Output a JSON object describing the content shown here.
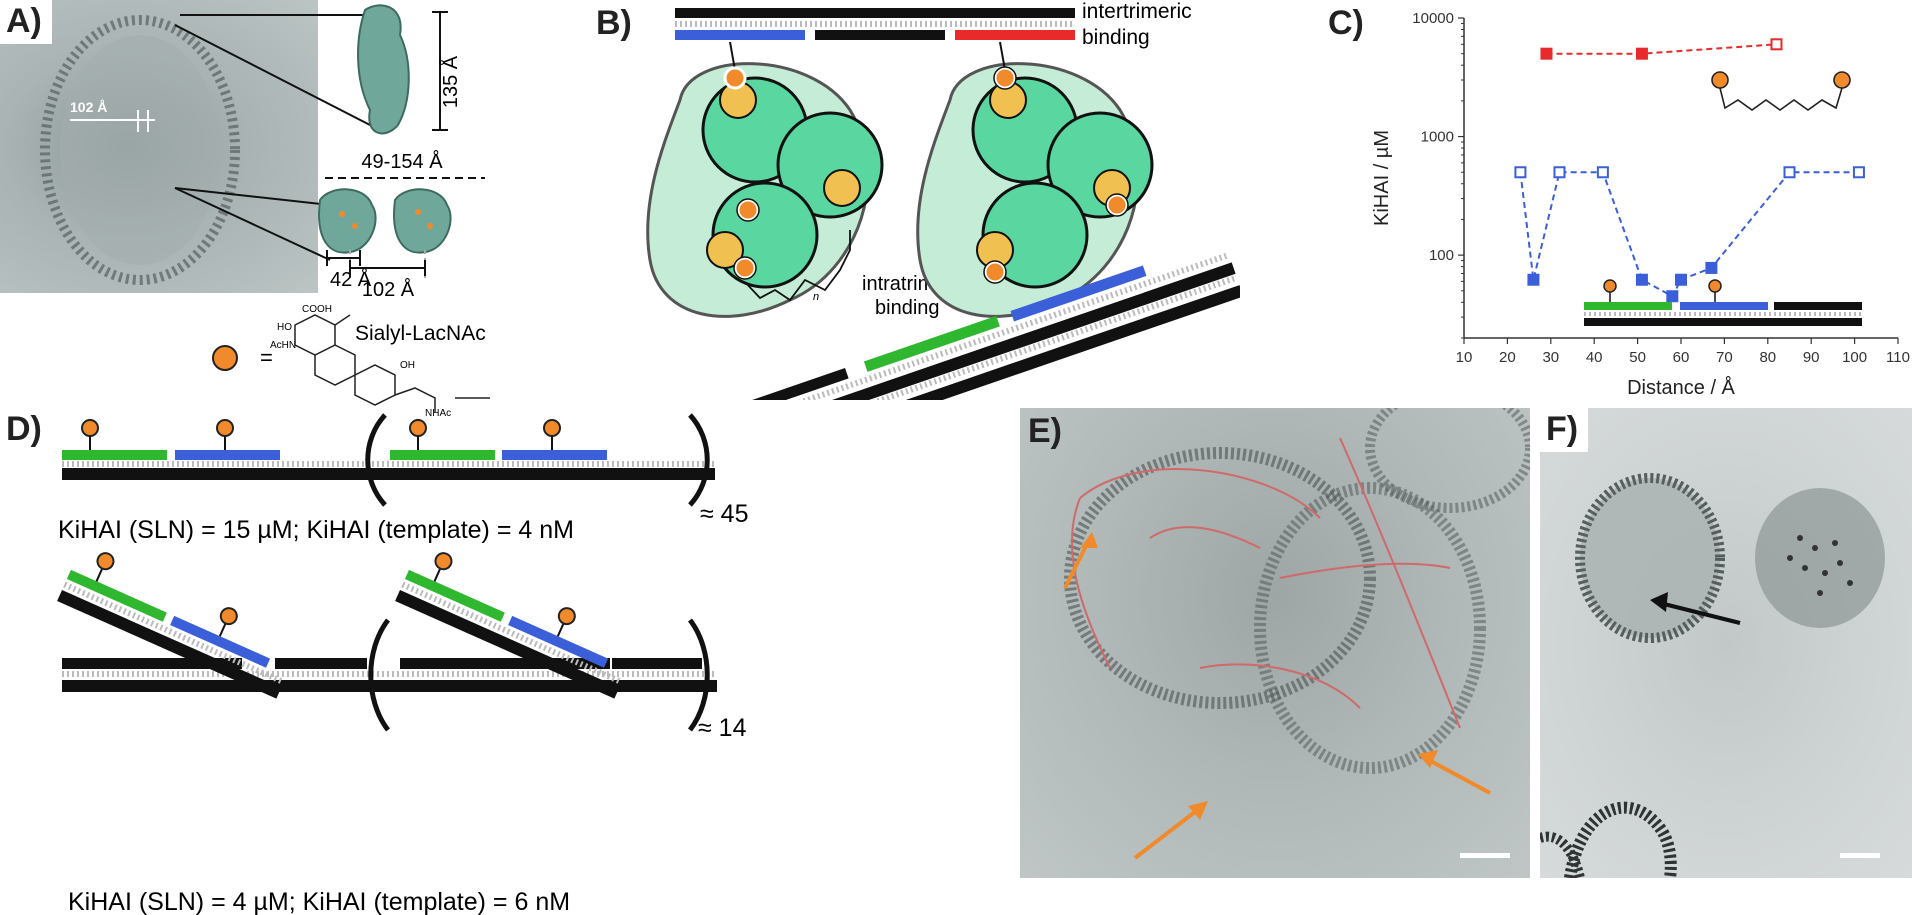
{
  "panels": {
    "a": {
      "letter": "A)",
      "width_label": "102 Å",
      "height_label": "135 Å",
      "span_label": "49-154 Å",
      "inner_label": "42 Å",
      "center_label": "102 Å"
    },
    "b": {
      "letter": "B)",
      "inter_label_1": "intertrimeric",
      "inter_label_2": "binding",
      "intra_label_1": "intratrimeric",
      "intra_label_2": "binding",
      "n_label": "n"
    },
    "c": {
      "letter": "C)"
    },
    "d": {
      "letter": "D)",
      "row1_formula": "KiHAI (SLN) = 15 µM; KiHAI (template) = 4 nM",
      "row1_repeat": "≈ 45",
      "row2_formula": "KiHAI (SLN) = 4 µM; KiHAI (template) = 6 nM",
      "row2_repeat": "≈ 14"
    },
    "e": {
      "letter": "E)"
    },
    "f": {
      "letter": "F)"
    }
  },
  "legend": {
    "equals": "=",
    "ligand_name": "Sialyl-LacNAc",
    "groups": [
      "COOH",
      "HO",
      "AcHN",
      "OH",
      "NHAc"
    ]
  },
  "colors": {
    "green": "#2fb82f",
    "blue": "#3a5fd8",
    "red": "#e82a2a",
    "black": "#111111",
    "orange": "#f08a2a",
    "trimer_fill": "#5ad6a0",
    "trimer_outer": "#c5ecd6",
    "sialic": "#f0c050"
  },
  "chart_data": {
    "type": "scatter",
    "xlabel": "Distance / Å",
    "ylabel": "KiHAI / µM",
    "xlim": [
      10,
      110
    ],
    "ylim": [
      20,
      10000
    ],
    "yscale": "log",
    "x_ticks": [
      "10",
      "20",
      "30",
      "40",
      "50",
      "60",
      "70",
      "80",
      "90",
      "100",
      "110"
    ],
    "y_ticks": [
      "100",
      "1000",
      "10000"
    ],
    "series": [
      {
        "color": "#e82a2a",
        "line": "dashed",
        "points": [
          {
            "x": 29,
            "y": 5000,
            "filled": true
          },
          {
            "x": 51,
            "y": 5000,
            "filled": true
          },
          {
            "x": 82,
            "y": 6000,
            "filled": false
          }
        ]
      },
      {
        "color": "#3a5fd8",
        "line": "dashed",
        "points": [
          {
            "x": 23,
            "y": 500,
            "filled": false
          },
          {
            "x": 26,
            "y": 62,
            "filled": true
          },
          {
            "x": 32,
            "y": 500,
            "filled": false
          },
          {
            "x": 42,
            "y": 500,
            "filled": false
          },
          {
            "x": 51,
            "y": 62,
            "filled": true
          },
          {
            "x": 58,
            "y": 45,
            "filled": true
          },
          {
            "x": 60,
            "y": 62,
            "filled": true
          },
          {
            "x": 67,
            "y": 78,
            "filled": true
          },
          {
            "x": 85,
            "y": 500,
            "filled": false
          },
          {
            "x": 101,
            "y": 500,
            "filled": false
          }
        ]
      }
    ]
  }
}
